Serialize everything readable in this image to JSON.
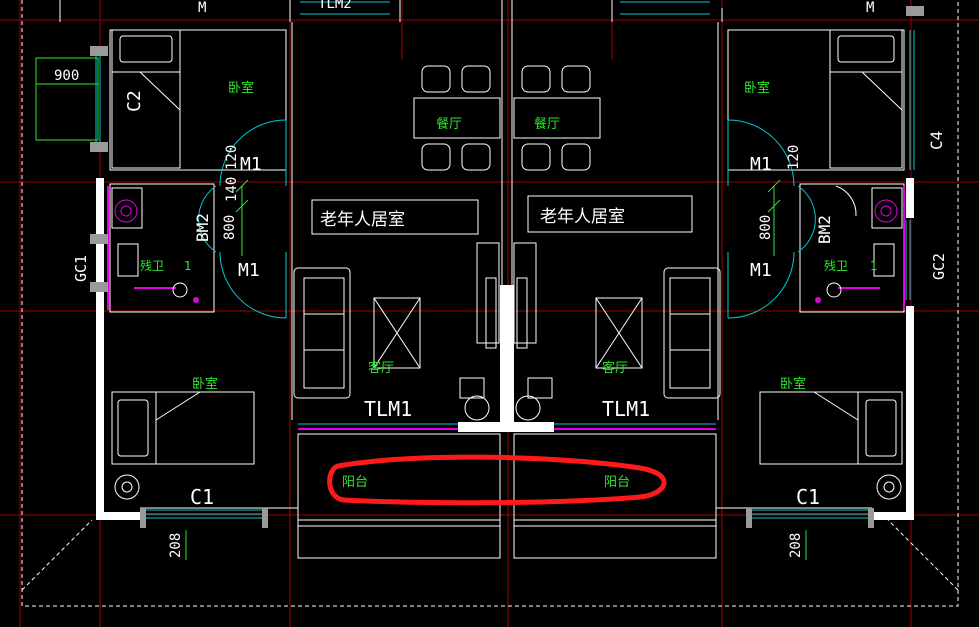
{
  "rooms": {
    "bedroom": "卧室",
    "dining": "餐厅",
    "elderly_room": "老年人居室",
    "accessible_bath": "残卫",
    "living": "客厅",
    "balcony": "阳台"
  },
  "codes": {
    "m1": "M1",
    "bm2": "BM2",
    "tlm1": "TLM1",
    "tlm2": "TLM2",
    "c1": "C1",
    "c2": "C2",
    "c4": "C4",
    "gc1": "GC1",
    "gc2": "GC2",
    "m_top": "M"
  },
  "dimensions": {
    "d900": "900",
    "d120": "120",
    "d140": "140",
    "d800": "800",
    "d208": "208",
    "d1": "1"
  },
  "colors": {
    "background": "#000000",
    "wall": "#ffffff",
    "grid": "#b00000",
    "room_text": "#2ee62e",
    "window": "#00c8d2",
    "accessible": "#e000e0",
    "annotation": "#ff1a1a"
  }
}
